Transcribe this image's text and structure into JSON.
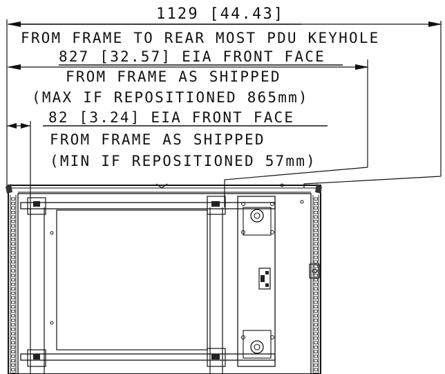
{
  "dimensions": [
    {
      "value": "1129 [44.43]",
      "lines": [
        "FROM FRAME TO REAR MOST PDU KEYHOLE"
      ]
    },
    {
      "value": "827 [32.57] EIA FRONT FACE",
      "lines": [
        "FROM FRAME AS SHIPPED",
        "(MAX IF REPOSITIONED 865mm)"
      ]
    },
    {
      "value": "82 [3.24] EIA FRONT FACE",
      "lines": [
        "FROM FRAME AS SHIPPED",
        "(MIN IF REPOSITIONED 57mm)"
      ]
    }
  ]
}
